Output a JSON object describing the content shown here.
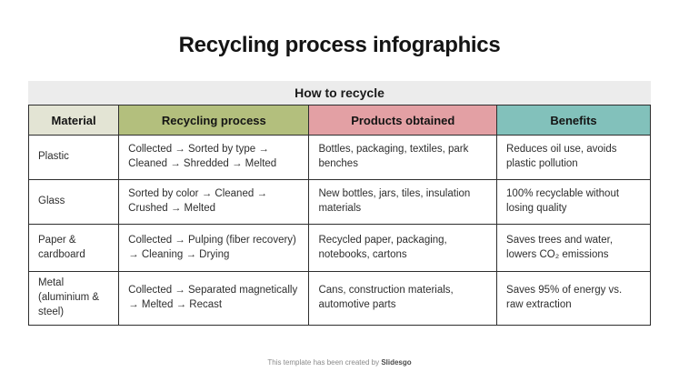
{
  "page": {
    "title": "Recycling process infographics",
    "section_header": "How to recycle",
    "footer": {
      "prefix": "This template has been created by ",
      "brand": "Slidesgo"
    }
  },
  "colors": {
    "header_material_bg": "#e3e4d4",
    "header_process_bg": "#b3bf7d",
    "header_products_bg": "#e3a0a4",
    "header_benefits_bg": "#82c1bb",
    "section_band_bg": "#ececec",
    "table_border": "#2e2e2e"
  },
  "table": {
    "columns": [
      {
        "label": "Material",
        "bg": "#e3e4d4"
      },
      {
        "label": "Recycling process",
        "bg": "#b3bf7d"
      },
      {
        "label": "Products obtained",
        "bg": "#e3a0a4"
      },
      {
        "label": "Benefits",
        "bg": "#82c1bb"
      }
    ],
    "rows": [
      {
        "material": "Plastic",
        "process": "Collected → Sorted by type → Cleaned → Shredded → Melted",
        "products": "Bottles, packaging, textiles, park benches",
        "benefits": "Reduces oil use, avoids plastic pollution"
      },
      {
        "material": "Glass",
        "process": "Sorted by color → Cleaned → Crushed → Melted",
        "products": "New bottles, jars, tiles, insulation materials",
        "benefits": "100% recyclable without losing quality"
      },
      {
        "material": "Paper & cardboard",
        "process": "Collected → Pulping (fiber recovery) → Cleaning → Drying",
        "products": "Recycled paper, packaging, notebooks, cartons",
        "benefits": "Saves trees and water, lowers CO₂ emissions"
      },
      {
        "material": "Metal (aluminium & steel)",
        "process": "Collected → Separated magnetically → Melted → Recast",
        "products": "Cans, construction materials, automotive parts",
        "benefits": "Saves 95% of energy vs. raw extraction"
      }
    ]
  }
}
